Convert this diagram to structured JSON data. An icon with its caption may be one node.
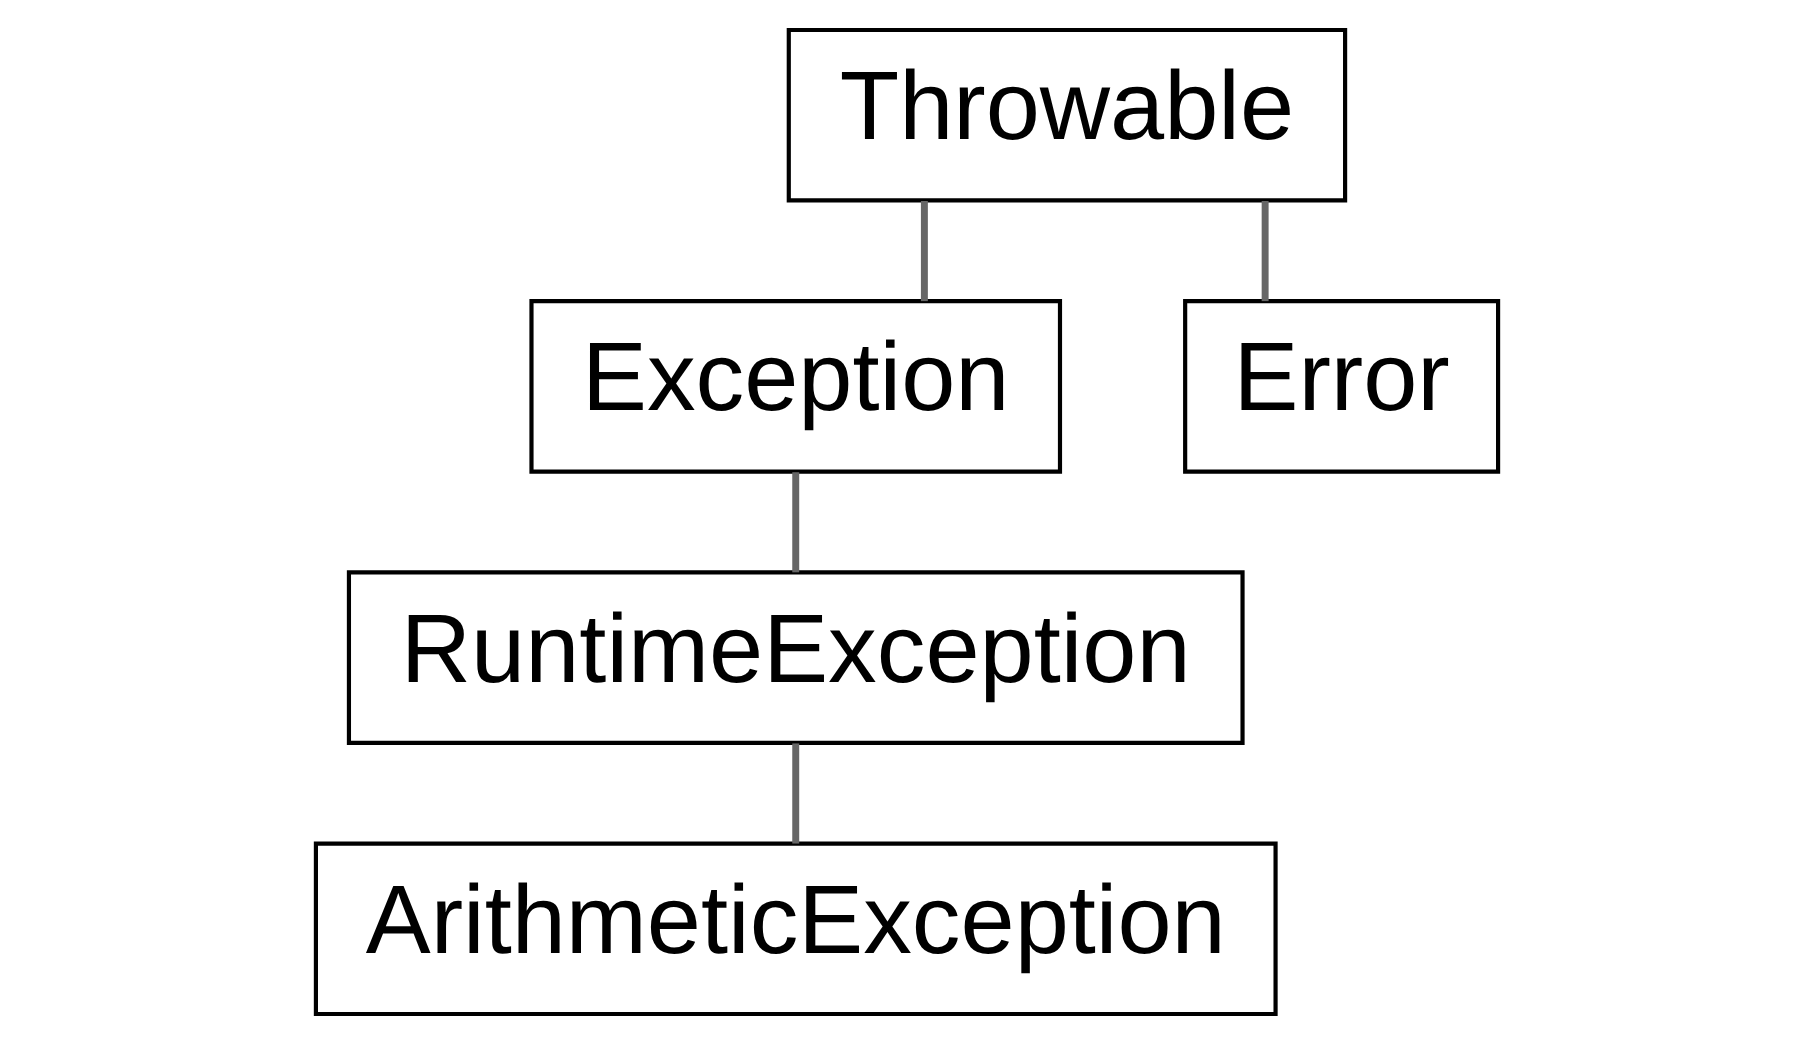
{
  "diagram": {
    "nodes": [
      {
        "text": [
          "Throwable"
        ]
      },
      {
        "text": [
          "Exception"
        ]
      },
      {
        "text": [
          "Error"
        ]
      },
      {
        "text": [
          "RuntimeException"
        ]
      },
      {
        "text": [
          "ArithmeticException"
        ]
      }
    ],
    "edges": [
      {
        "from": 0,
        "to": 1,
        "arrow": "none"
      },
      {
        "from": 0,
        "to": 2,
        "arrow": "none"
      },
      {
        "from": 1,
        "to": 3,
        "arrow": "none"
      },
      {
        "from": 3,
        "to": 4,
        "arrow": "none"
      }
    ]
  }
}
